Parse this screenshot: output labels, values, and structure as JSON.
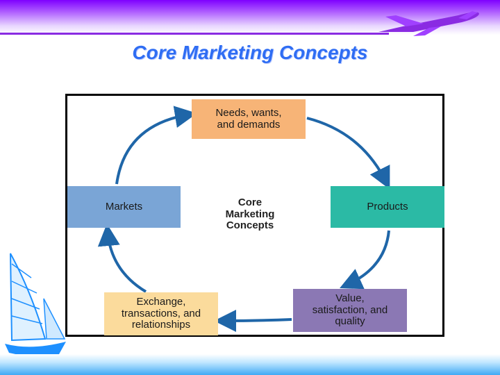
{
  "slide": {
    "title": "Core Marketing Concepts"
  },
  "diagram": {
    "center_label": "Core\nMarketing\nConcepts",
    "nodes": {
      "needs": "Needs, wants,\nand demands",
      "products": "Products",
      "value": "Value,\nsatisfaction, and\nquality",
      "exchange": "Exchange,\ntransactions, and\nrelationships",
      "markets": "Markets"
    },
    "colors": {
      "needs": "#f7b477",
      "products": "#2bbaa5",
      "value": "#8b78b4",
      "exchange": "#fbdb9c",
      "markets": "#7aa5d6",
      "arrow": "#1f66a8",
      "title": "#2f6df3"
    }
  },
  "decorations": {
    "top_right": "airplane-icon",
    "bottom_left": "sailboat-icon"
  }
}
